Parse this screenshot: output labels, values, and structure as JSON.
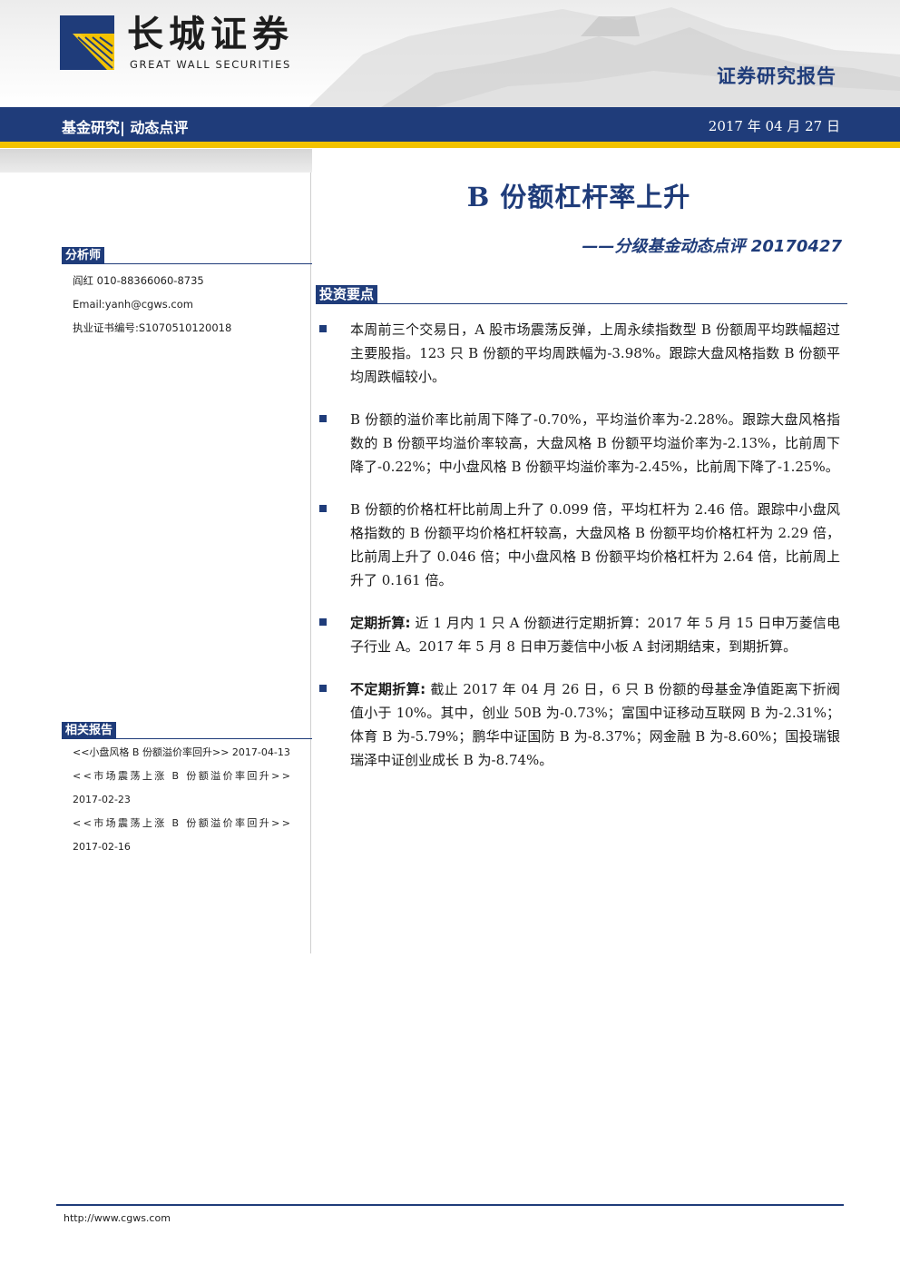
{
  "header": {
    "logo_cn": "长城证券",
    "logo_en": "GREAT WALL SECURITIES",
    "report_type": "证券研究报告",
    "category": "基金研究| 动态点评",
    "date": "2017 年 04 月 27 日",
    "colors": {
      "brand": "#1f3c7a",
      "accent": "#f2c200"
    }
  },
  "title": "B 份额杠杆率上升",
  "subtitle": "——分级基金动态点评 20170427",
  "analyst": {
    "heading": "分析师",
    "name_phone": "阎红 010-88366060-8735",
    "email": "Email:yanh@cgws.com",
    "license": "执业证书编号:S1070510120018"
  },
  "related": {
    "heading": "相关报告",
    "items": [
      {
        "line1": "<<小盘风格 B 份额溢价率回升>> 2017-04-13",
        "line2": ""
      },
      {
        "line1": "<<市场震荡上涨  B 份额溢价率回升>>",
        "line2": "2017-02-23"
      },
      {
        "line1": "<<市场震荡上涨  B 份额溢价率回升>>",
        "line2": "2017-02-16"
      }
    ]
  },
  "main": {
    "heading": "投资要点",
    "bullets": [
      {
        "bold": "",
        "text": "本周前三个交易日，A 股市场震荡反弹，上周永续指数型 B 份额周平均跌幅超过主要股指。123 只 B 份额的平均周跌幅为-3.98%。跟踪大盘风格指数 B 份额平均周跌幅较小。"
      },
      {
        "bold": "",
        "text": "B 份额的溢价率比前周下降了-0.70%，平均溢价率为-2.28%。跟踪大盘风格指数的 B 份额平均溢价率较高，大盘风格 B 份额平均溢价率为-2.13%，比前周下降了-0.22%；中小盘风格 B 份额平均溢价率为-2.45%，比前周下降了-1.25%。"
      },
      {
        "bold": "",
        "text": "B 份额的价格杠杆比前周上升了 0.099 倍，平均杠杆为 2.46 倍。跟踪中小盘风格指数的 B 份额平均价格杠杆较高，大盘风格 B 份额平均价格杠杆为 2.29 倍，比前周上升了 0.046 倍；中小盘风格 B 份额平均价格杠杆为 2.64 倍，比前周上升了 0.161 倍。"
      },
      {
        "bold": "定期折算:",
        "text": "近 1 月内 1 只 A 份额进行定期折算：2017 年 5 月 15 日申万菱信电子行业 A。2017 年 5 月 8 日申万菱信中小板 A 封闭期结束，到期折算。"
      },
      {
        "bold": "不定期折算:",
        "text": "截止 2017 年 04 月 26 日，6 只 B 份额的母基金净值距离下折阀值小于 10%。其中，创业 50B 为-0.73%；富国中证移动互联网 B 为-2.31%；体育 B 为-5.79%；鹏华中证国防 B 为-8.37%；网金融 B 为-8.60%；国投瑞银瑞泽中证创业成长 B 为-8.74%。"
      }
    ]
  },
  "footer": {
    "url": "http://www.cgws.com"
  }
}
